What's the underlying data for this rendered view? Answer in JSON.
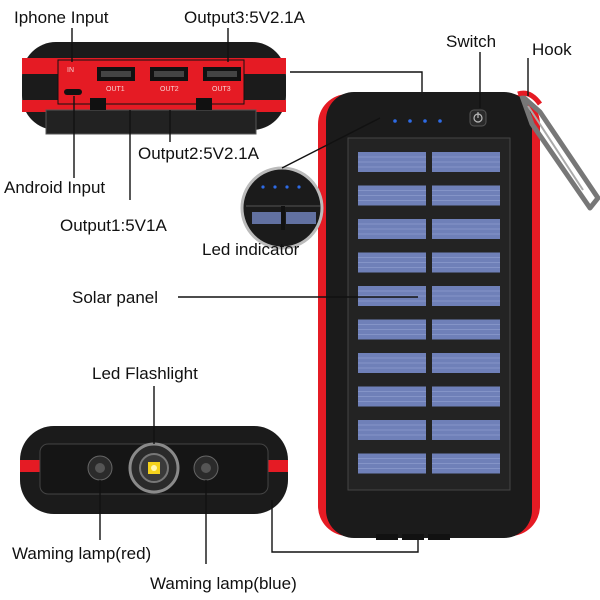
{
  "labels": {
    "iphone_input": "Iphone Input",
    "output3": "Output3:5V2.1A",
    "switch": "Switch",
    "hook": "Hook",
    "output2": "Output2:5V2.1A",
    "android_input": "Android Input",
    "output1": "Output1:5V1A",
    "led_indicator": "Led indicator",
    "solar_panel": "Solar panel",
    "led_flashlight": "Led Flashlight",
    "warning_red": "Waming lamp(red)",
    "warning_blue": "Waming lamp(blue)"
  },
  "port_labels": {
    "in": "IN",
    "out1": "OUT1",
    "out2": "OUT2",
    "out3": "OUT3"
  },
  "colors": {
    "shell": "#1b1b1b",
    "accent_red": "#e51b24",
    "panel_cell": "#6f80b8",
    "indicator_led": "#2e6be6",
    "flashlight": "#f4d21c"
  }
}
